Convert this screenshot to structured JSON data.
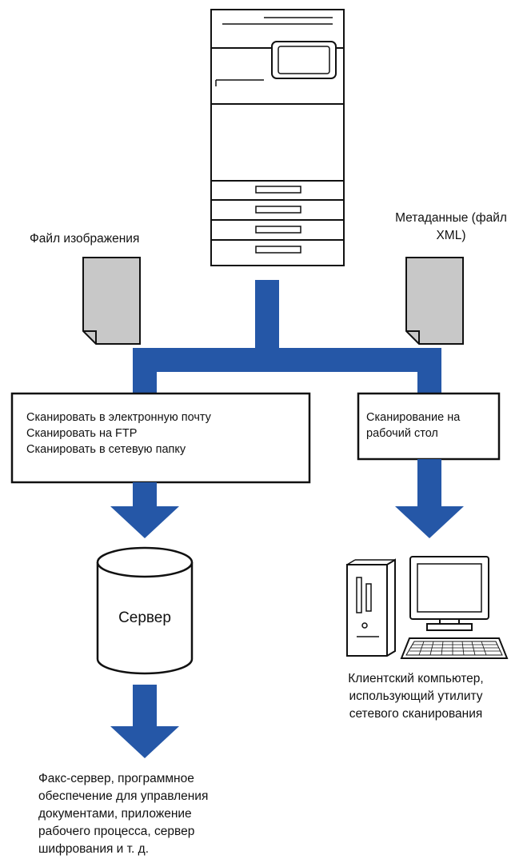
{
  "labels": {
    "image_file": "Файл изображения",
    "metadata": [
      "Метаданные (файл",
      "XML)"
    ],
    "server": "Сервер",
    "client": [
      "Клиентский компьютер,",
      "использующий утилиту",
      "сетевого сканирования"
    ],
    "bottom": [
      "Факс-сервер, программное",
      "обеспечение для управления",
      "документами, приложение",
      "рабочего процесса, сервер",
      "шифрования и т. д."
    ]
  },
  "boxes": {
    "left": [
      "Сканировать в электронную почту",
      "Сканировать на FTP",
      "Сканировать в сетевую папку"
    ],
    "right": [
      "Сканирование на",
      "рабочий стол"
    ]
  },
  "colors": {
    "arrow": "#2557a7",
    "doc_fill": "#c8c8c8",
    "stroke": "#111111"
  }
}
